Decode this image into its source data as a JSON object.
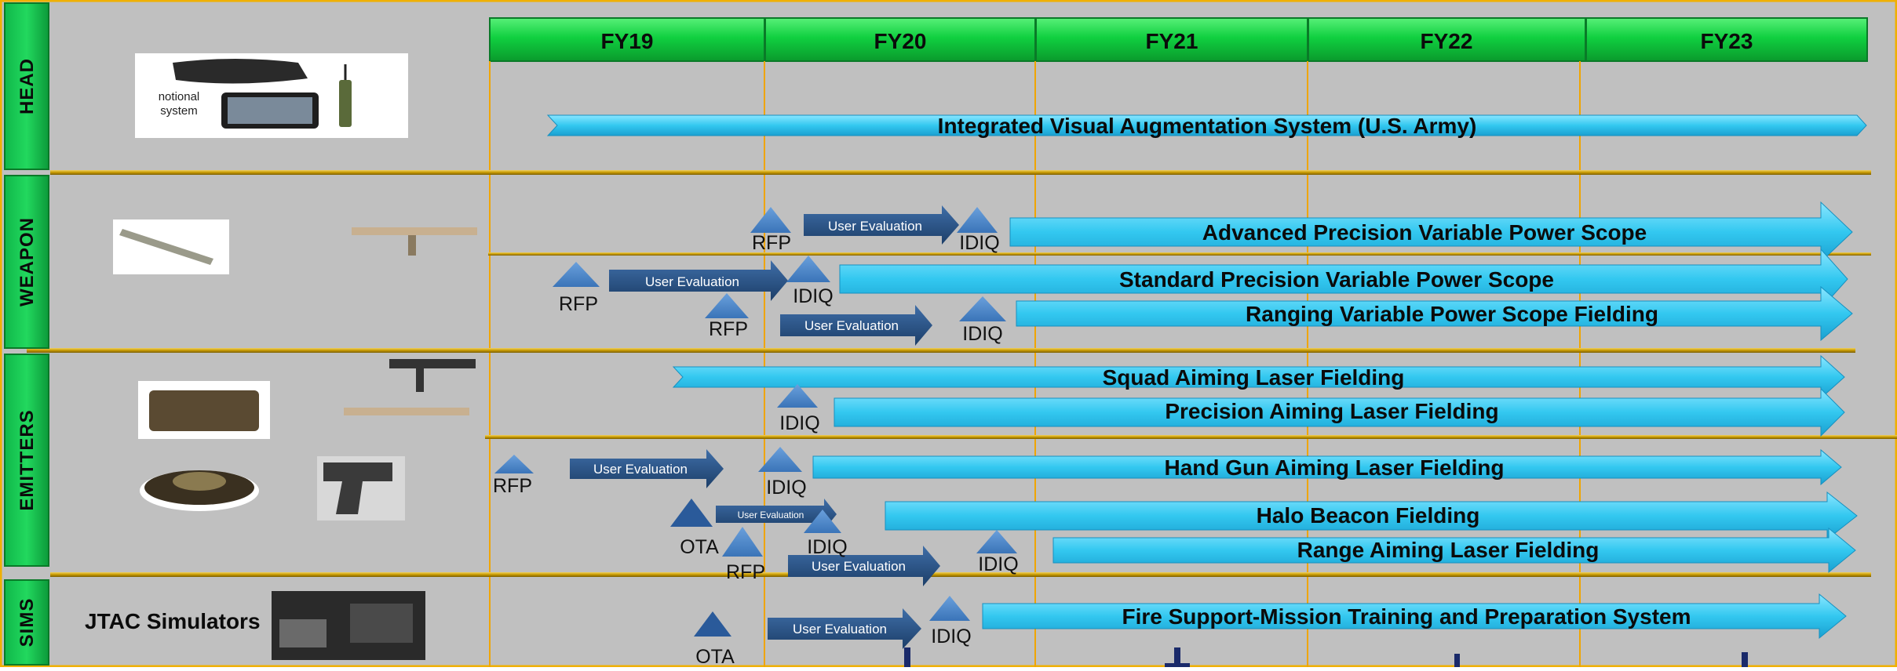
{
  "years": [
    "FY19",
    "FY20",
    "FY21",
    "FY22",
    "FY23"
  ],
  "categories": [
    {
      "id": "head",
      "label": "HEAD"
    },
    {
      "id": "weapon",
      "label": "WEAPON"
    },
    {
      "id": "emitters",
      "label": "EMITTERS"
    },
    {
      "id": "sims",
      "label": "SIMS"
    }
  ],
  "head_image_label": "notional system",
  "head_image_label_line1": "notional",
  "head_image_label_line2": "system",
  "sims_label": "JTAC Simulators",
  "programs": {
    "ivas": "Integrated Visual Augmentation System (U.S. Army)",
    "apvps": "Advanced Precision Variable Power Scope",
    "spvps": "Standard Precision Variable Power Scope",
    "rvps": "Ranging Variable Power Scope Fielding",
    "sal": "Squad Aiming Laser Fielding",
    "pal": "Precision Aiming Laser Fielding",
    "hgal": "Hand Gun Aiming Laser Fielding",
    "halo": "Halo Beacon Fielding",
    "ral": "Range Aiming Laser Fielding",
    "fsmtps": "Fire Support-Mission Training and Preparation System"
  },
  "milestones": {
    "rfp": "RFP",
    "idiq": "IDIQ",
    "ota": "OTA",
    "user_eval": "User Evaluation"
  },
  "colors": {
    "background": "#c0c0c0",
    "header_green": "#10d040",
    "category_green": "#00b050",
    "bar_cyan": "#33c8f0",
    "milestone_blue": "#4a86c8",
    "user_eval_navy": "#244e80",
    "divider_gold": "#c8a000",
    "gridline_orange": "#f0a500"
  }
}
